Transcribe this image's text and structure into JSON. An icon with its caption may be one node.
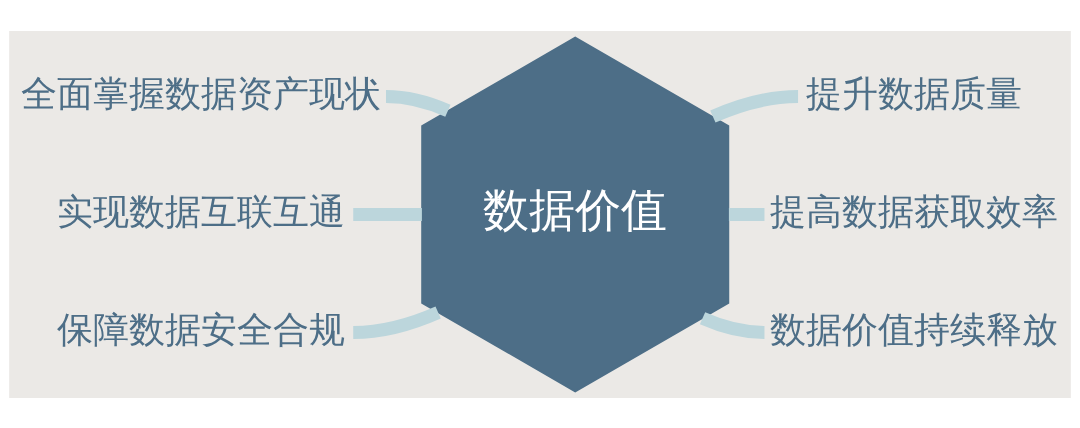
{
  "diagram": {
    "nodes": [
      {
        "text": [
          "全面掌握数据资产现状"
        ]
      },
      {
        "text": [
          "提升数据质量"
        ]
      },
      {
        "text": [
          "实现数据互联互通"
        ]
      },
      {
        "text": [
          "数据价值"
        ]
      },
      {
        "text": [
          "提高数据获取效率"
        ]
      },
      {
        "text": [
          "保障数据安全合规"
        ]
      },
      {
        "text": [
          "数据价值持续释放"
        ]
      }
    ],
    "edges": [
      {
        "from": 0,
        "to": 3,
        "arrow": "none"
      },
      {
        "from": 3,
        "to": 1,
        "arrow": "none"
      },
      {
        "from": 2,
        "to": 3,
        "arrow": "none"
      },
      {
        "from": 3,
        "to": 4,
        "arrow": "none"
      },
      {
        "from": 5,
        "to": 3,
        "arrow": "none"
      },
      {
        "from": 3,
        "to": 6,
        "arrow": "none"
      }
    ]
  }
}
